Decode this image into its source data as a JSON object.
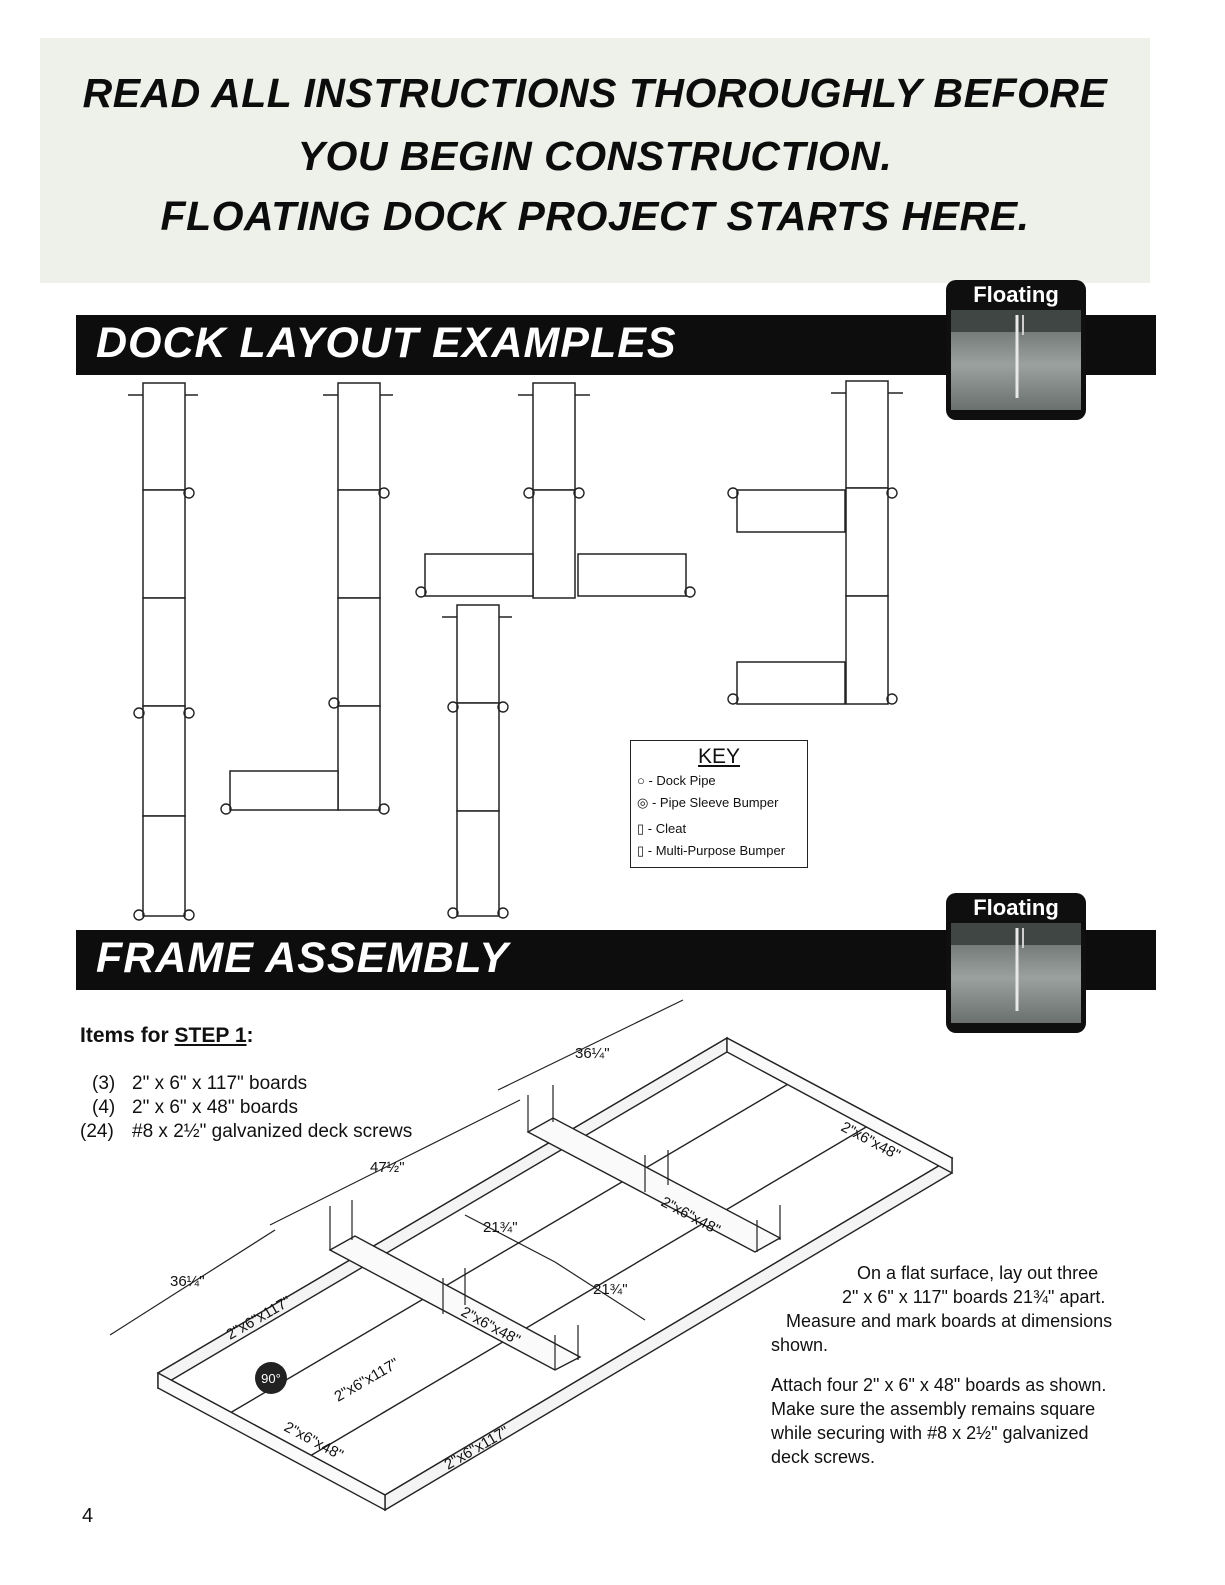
{
  "banner": {
    "line1": "READ ALL INSTRUCTIONS THOROUGHLY BEFORE",
    "line2": "YOU BEGIN CONSTRUCTION.",
    "line3": "FLOATING DOCK PROJECT STARTS HERE."
  },
  "sections": {
    "layout_title": "DOCK LAYOUT EXAMPLES",
    "frame_title": "FRAME ASSEMBLY",
    "badge_label": "Floating"
  },
  "key": {
    "title": "KEY",
    "entries": [
      {
        "symbol": "dock-pipe-icon",
        "label": "- Dock Pipe"
      },
      {
        "symbol": "pipe-sleeve-bumper-icon",
        "label": "- Pipe Sleeve Bumper"
      },
      {
        "symbol": "cleat-icon",
        "label": "- Cleat"
      },
      {
        "symbol": "multi-purpose-bumper-icon",
        "label": "- Multi-Purpose Bumper"
      }
    ]
  },
  "items": {
    "heading_prefix": "Items for ",
    "heading_step": "STEP 1",
    "heading_suffix": ":",
    "list": [
      {
        "qty": "(3)",
        "desc": "2\" x 6\" x 117\" boards"
      },
      {
        "qty": "(4)",
        "desc": "2\" x 6\" x 48\" boards"
      },
      {
        "qty": "(24)",
        "desc": "#8 x 2½\" galvanized deck screws"
      }
    ]
  },
  "instructions": {
    "p1_l1": "On a flat surface, lay out three",
    "p1_l2": "2\" x 6\" x 117\" boards 21¾\" apart.",
    "p1_l3": "Measure and mark boards at dimensions",
    "p1_l4": "shown.",
    "p2_l1": "Attach four 2\" x 6\" x 48\" boards as shown.",
    "p2_l2": "Make sure the assembly remains square",
    "p2_l3": "while securing with #8 x 2½\" galvanized",
    "p2_l4": "deck screws."
  },
  "diagram_labels": {
    "dim_36_top": "36¼\"",
    "dim_36_left": "36¼\"",
    "dim_47": "47½\"",
    "dim_21_a": "21¾\"",
    "dim_21_b": "21¾\"",
    "board_48_right": "2\"x6\"x48\"",
    "board_48_mid_upper": "2\"x6\"x48\"",
    "board_48_mid_lower": "2\"x6\"x48\"",
    "board_48_bottom": "2\"x6\"x48\"",
    "board_117_left": "2\"x6\"x117\"",
    "board_117_mid": "2\"x6\"x117\"",
    "board_117_bottom": "2\"x6\"x117\"",
    "angle": "90°"
  },
  "page_number": "4"
}
